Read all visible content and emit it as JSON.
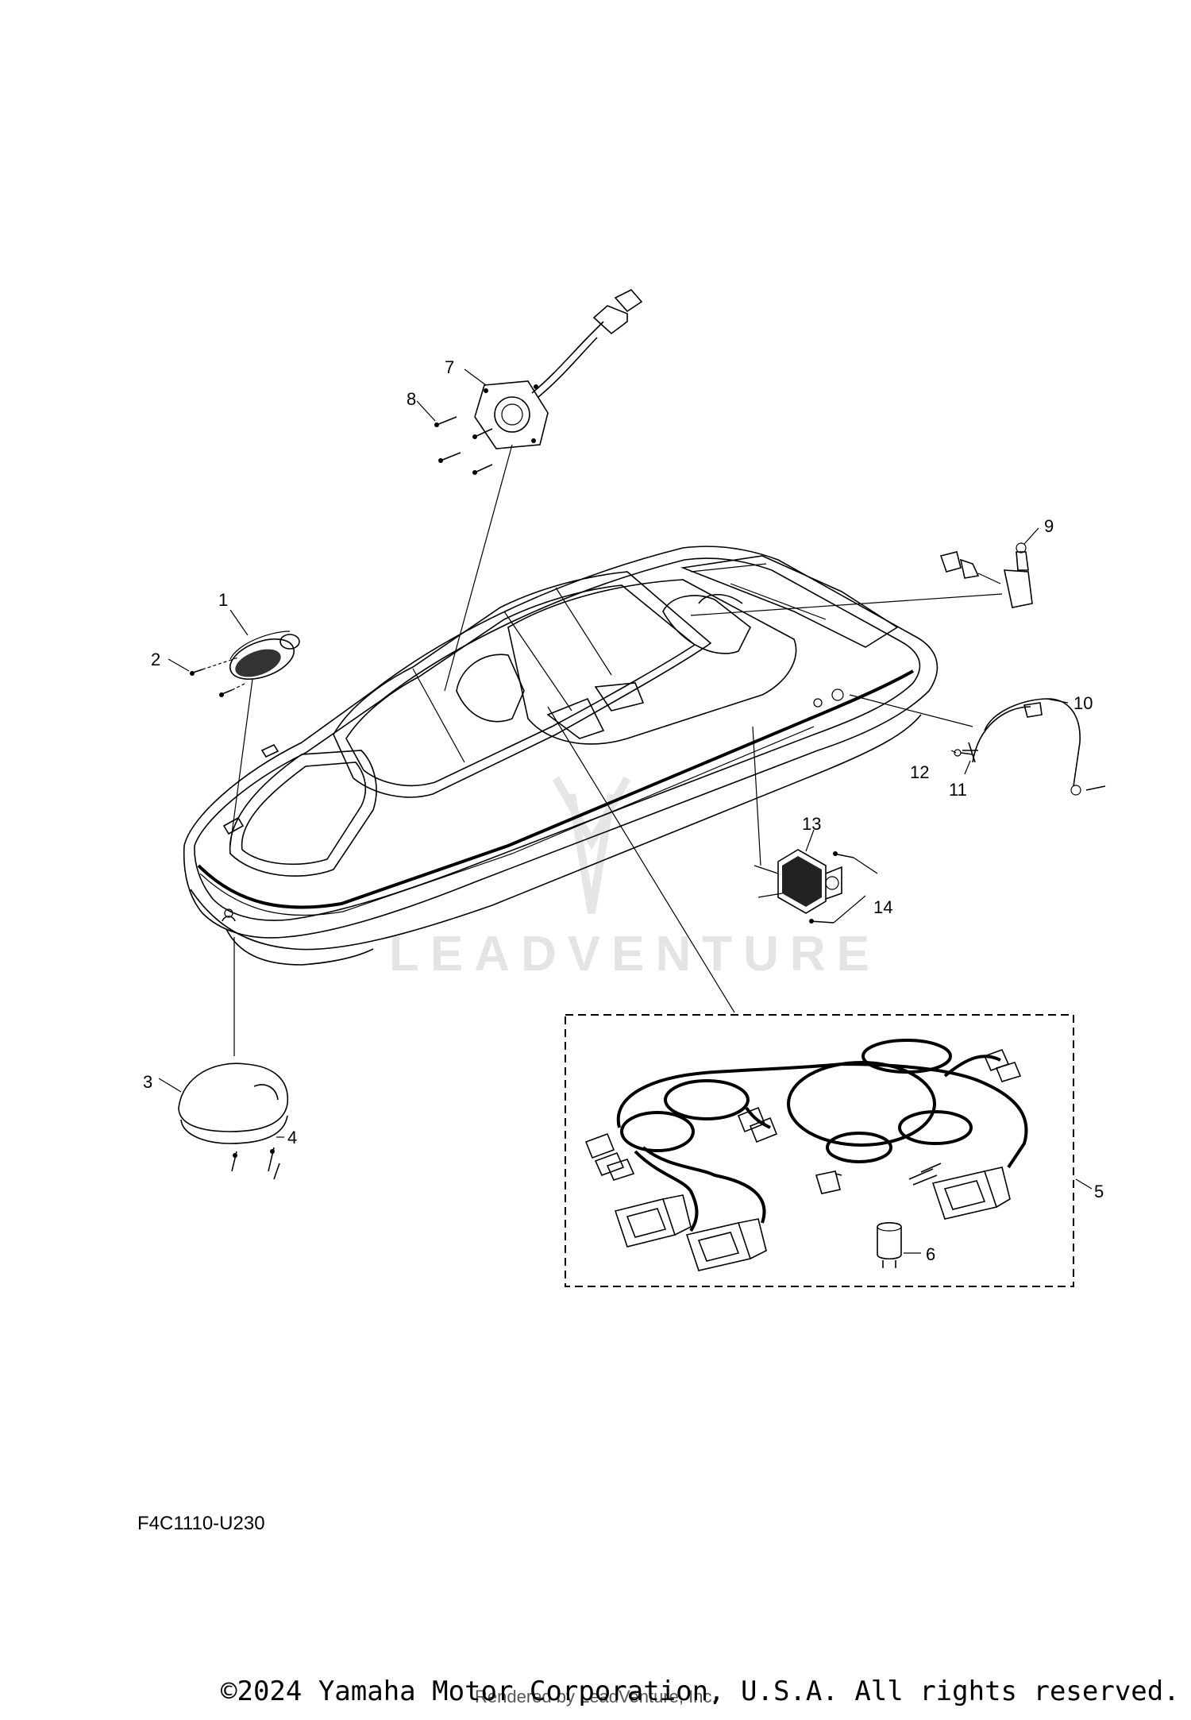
{
  "diagram": {
    "callouts": [
      "1",
      "2",
      "3",
      "4",
      "5",
      "6",
      "7",
      "8",
      "9",
      "10",
      "11",
      "12",
      "13",
      "14"
    ],
    "watermark": "LEADVENTURE",
    "diagram_code": "F4C1110-U230"
  },
  "footer": {
    "copyright": "©2024 Yamaha Motor Corporation, U.S.A. All rights reserved.",
    "rendered_by": "Rendered by LeadVenture, Inc."
  }
}
